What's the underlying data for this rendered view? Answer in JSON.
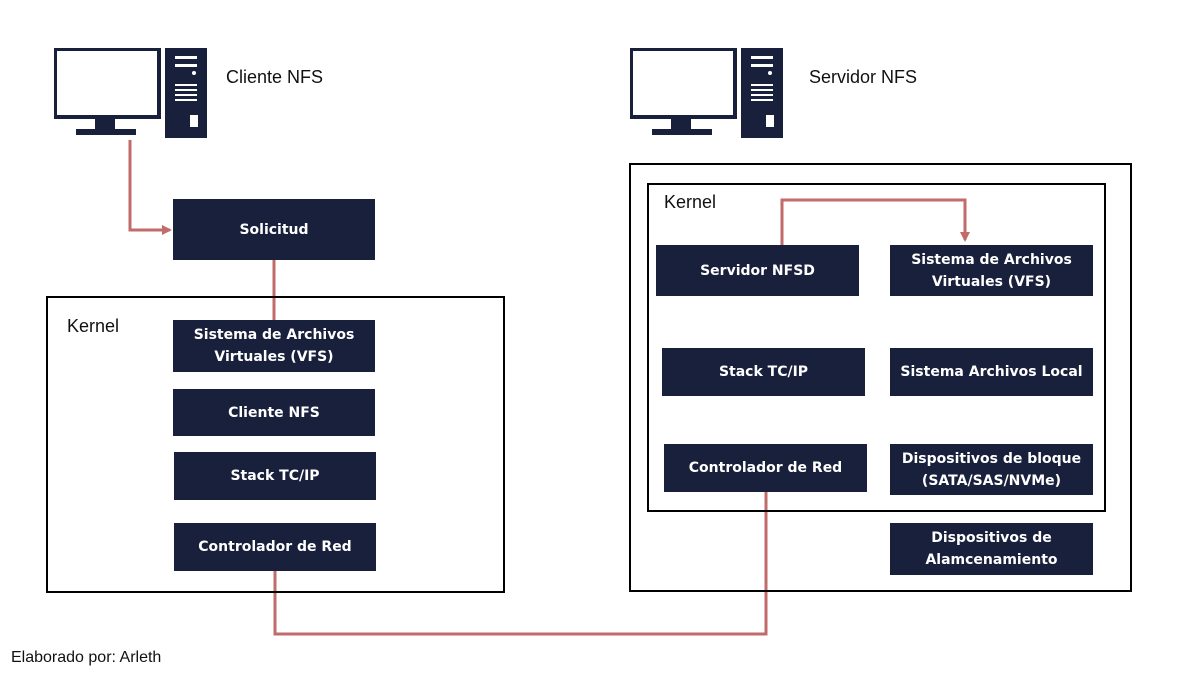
{
  "client": {
    "title": "Cliente NFS",
    "request": "Solicitud",
    "kernel_label": "Kernel",
    "layers": [
      "Sistema de Archivos Virtuales (VFS)",
      "Cliente NFS",
      "Stack TC/IP",
      "Controlador de Red"
    ]
  },
  "server": {
    "title": "Servidor NFS",
    "kernel_label": "Kernel",
    "nfsd": "Servidor NFSD",
    "vfs": "Sistema de Archivos Virtuales (VFS)",
    "tcpip": "Stack TC/IP",
    "local_fs": "Sistema Archivos Local",
    "net_ctrl": "Controlador de Red",
    "block_devices": "Dispositivos de bloque (SATA/SAS/NVMe)",
    "storage": "Dispositivos de Alamcenamiento"
  },
  "credit": "Elaborado por: Arleth",
  "colors": {
    "box_fill": "#19203c",
    "connector": "#c26b6b",
    "frame": "#000000"
  },
  "icons": [
    "monitor-icon",
    "server-tower-icon"
  ]
}
